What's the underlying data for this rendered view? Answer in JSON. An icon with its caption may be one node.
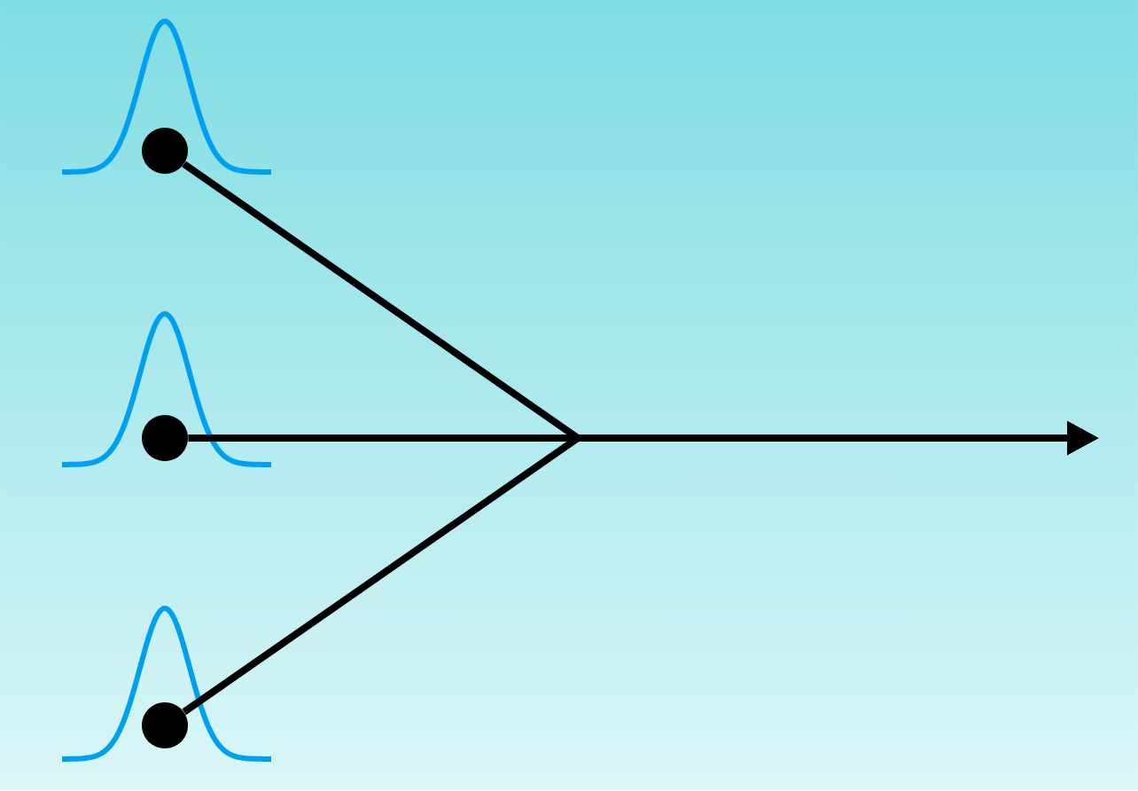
{
  "diagram": {
    "nodes": [
      {
        "text": [],
        "shape": "circle"
      },
      {
        "text": [],
        "shape": "circle"
      },
      {
        "text": [],
        "shape": "circle"
      }
    ],
    "edges": [
      {
        "from": 0,
        "to": null,
        "arrow": "to"
      },
      {
        "from": 1,
        "to": null,
        "arrow": "to"
      },
      {
        "from": 2,
        "to": null,
        "arrow": "to"
      }
    ]
  }
}
